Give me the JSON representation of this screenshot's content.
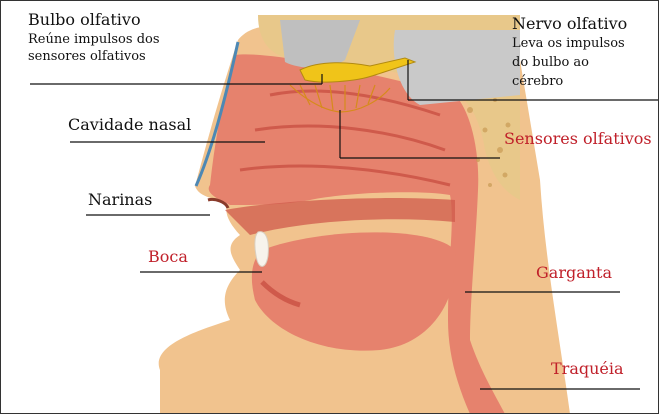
{
  "labels": {
    "bulbo_title": "Bulbo olfativo",
    "bulbo_desc_1": "Reúne impulsos dos",
    "bulbo_desc_2": "sensores olfativos",
    "nervo_title": "Nervo olfativo",
    "nervo_desc_1": "Leva os impulsos",
    "nervo_desc_2": "do bulbo ao",
    "nervo_desc_3": "cérebro",
    "cavidade": "Cavidade nasal",
    "sensores": "Sensores olfativos",
    "narinas": "Narinas",
    "boca": "Boca",
    "garganta": "Garganta",
    "traqueia": "Traquéia"
  },
  "colors": {
    "label_black": "#111111",
    "label_red": "#c0202a",
    "skin": "#f1c38e",
    "flesh": "#e6826d",
    "flesh_dark": "#cf5a4b",
    "bone": "#e8c88a",
    "bulb": "#f0c419"
  }
}
